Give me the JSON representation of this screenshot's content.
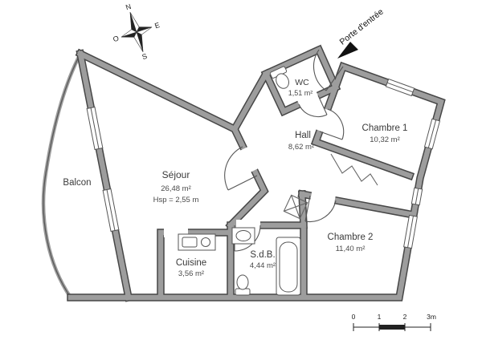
{
  "compass": {
    "north": "N",
    "west": "O",
    "south": "S",
    "east": "E"
  },
  "entrance": {
    "label": "Porte d'entrée"
  },
  "rooms": {
    "balcon": {
      "name": "Balcon"
    },
    "sejour": {
      "name": "Séjour",
      "area": "26,48 m²",
      "note": "Hsp = 2,55 m"
    },
    "cuisine": {
      "name": "Cuisine",
      "area": "3,56 m²"
    },
    "sdb": {
      "name": "S.d.B.",
      "area": "4,44 m²"
    },
    "wc": {
      "name": "WC",
      "area": "1,51 m²"
    },
    "hall": {
      "name": "Hall",
      "area": "8,62 m²"
    },
    "chambre1": {
      "name": "Chambre 1",
      "area": "10,32 m²"
    },
    "chambre2": {
      "name": "Chambre 2",
      "area": "11,40 m²"
    }
  },
  "scale_bar": {
    "ticks": [
      "0",
      "1",
      "2",
      "3m"
    ]
  },
  "colors": {
    "wall_fill": "#9d9d9d",
    "wall_edge": "#474747",
    "line": "#555555",
    "text": "#3a3a3a"
  }
}
